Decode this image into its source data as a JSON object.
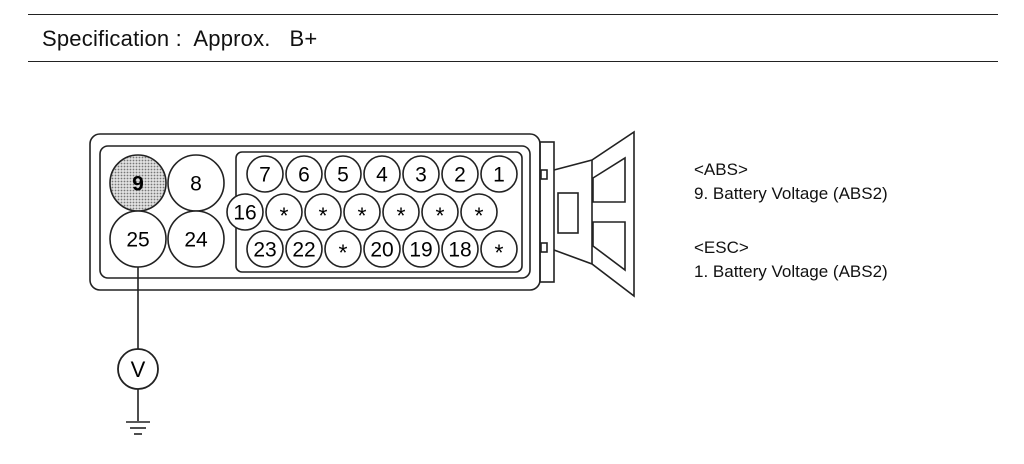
{
  "spec": {
    "label": "Specification",
    "separator": ":",
    "approx": "Approx.",
    "value": "B+"
  },
  "connector": {
    "large_pins": [
      "9",
      "8",
      "25",
      "24"
    ],
    "highlighted_pin": "9",
    "top_row": [
      "7",
      "6",
      "5",
      "4",
      "3",
      "2",
      "1"
    ],
    "middle_row": [
      "16",
      "*",
      "*",
      "*",
      "*",
      "*",
      "*"
    ],
    "bottom_row": [
      "23",
      "22",
      "*",
      "20",
      "19",
      "18",
      "*"
    ]
  },
  "meter": {
    "symbol": "V"
  },
  "notes": {
    "abs_heading": "<ABS>",
    "abs_text": "9. Battery Voltage (ABS2)",
    "esc_heading": "<ESC>",
    "esc_text": "1. Battery Voltage (ABS2)"
  }
}
